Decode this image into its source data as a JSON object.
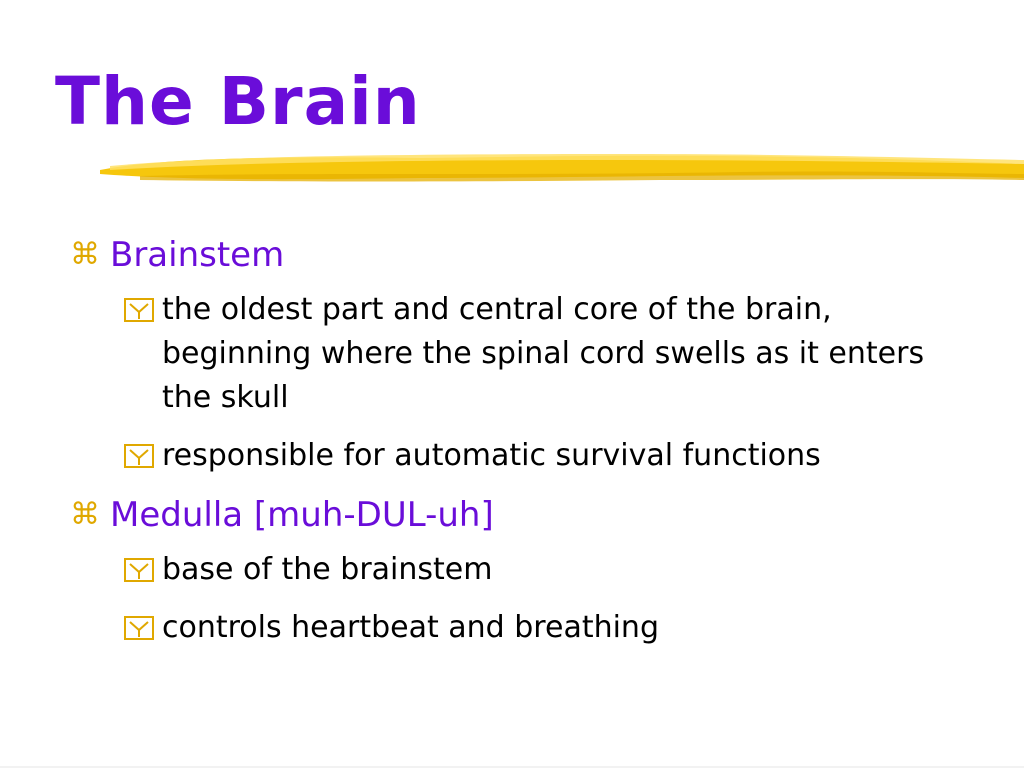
{
  "slide": {
    "title": "The Brain",
    "accent_color": "#6a0dd9",
    "stroke_color": "#f5c400",
    "bullet_glyph": "⌘",
    "bullet_icon_l2": "checkbox-y-icon",
    "items": [
      {
        "label": "Brainstem",
        "subitems": [
          "the oldest part and central core of the brain, beginning where the spinal cord swells as it enters the skull",
          "responsible for automatic survival functions"
        ]
      },
      {
        "label": "Medulla [muh-DUL-uh]",
        "subitems": [
          "base of the brainstem",
          "controls heartbeat and breathing"
        ]
      }
    ]
  }
}
